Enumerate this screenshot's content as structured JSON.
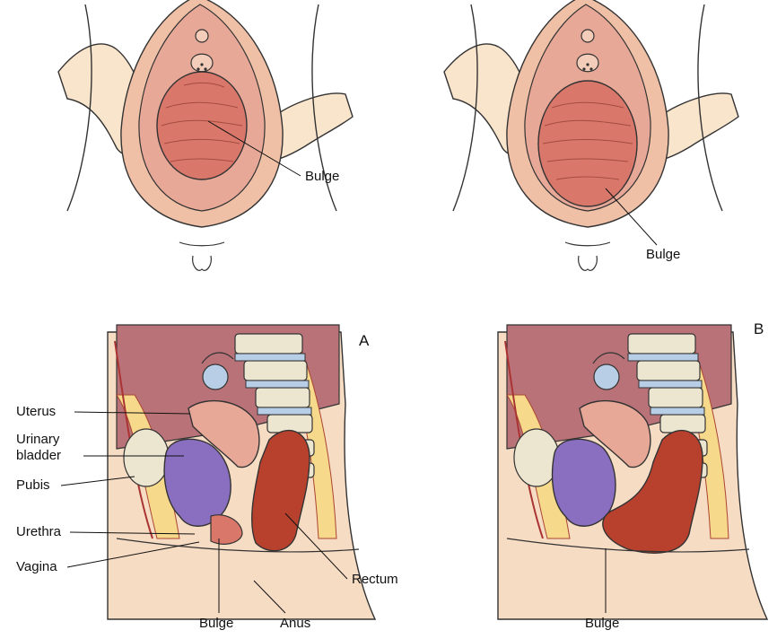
{
  "top_left": {
    "bulge_label": "Bulge"
  },
  "top_right": {
    "bulge_label": "Bulge"
  },
  "panel_a": {
    "letter": "A",
    "labels": {
      "uterus": "Uterus",
      "urinary_bladder_line1": "Urinary",
      "urinary_bladder_line2": "bladder",
      "pubis": "Pubis",
      "urethra": "Urethra",
      "vagina": "Vagina",
      "bulge": "Bulge",
      "anus": "Anus",
      "rectum": "Rectum"
    }
  },
  "panel_b": {
    "letter": "B",
    "labels": {
      "bulge": "Bulge"
    }
  },
  "colors": {
    "skin": "#f7dcc4",
    "tissue": "#e8a897",
    "bulge_fill": "#d9786a",
    "abdomen": "#b97378",
    "bladder": "#8a6fc0",
    "rectum": "#b8412e",
    "bone": "#ece6d0",
    "disc": "#b8cde6",
    "fat": "#f6d98a"
  }
}
